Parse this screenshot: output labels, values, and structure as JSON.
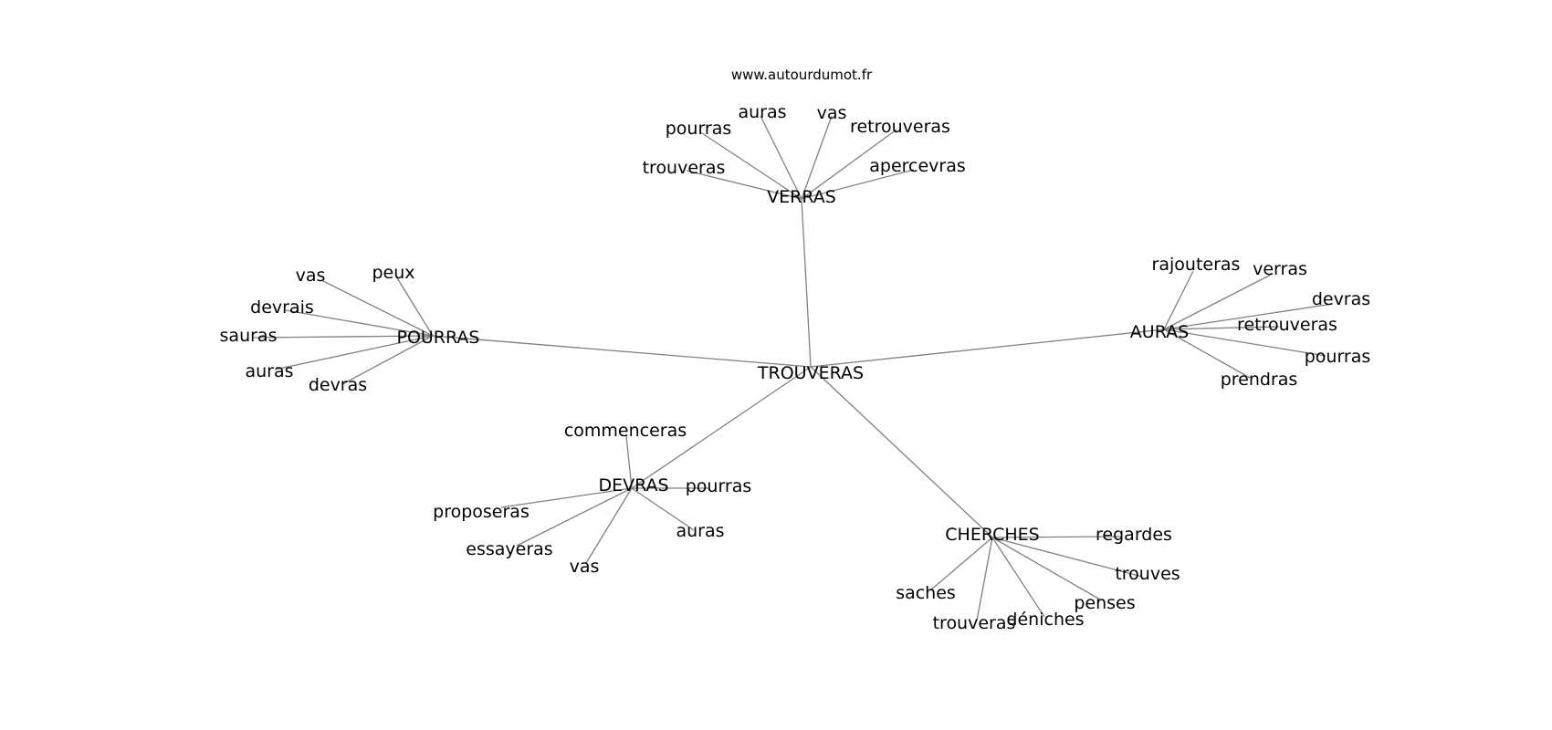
{
  "site": "www.autourdumot.fr",
  "root": "TROUVERAS",
  "groups": [
    {
      "id": "verras",
      "hub": "VERRAS",
      "leaves": [
        "trouveras",
        "pourras",
        "auras",
        "vas",
        "retrouveras",
        "apercevras"
      ]
    },
    {
      "id": "pourras",
      "hub": "POURRAS",
      "leaves": [
        "vas",
        "peux",
        "devrais",
        "sauras",
        "auras",
        "devras"
      ]
    },
    {
      "id": "auras",
      "hub": "AURAS",
      "leaves": [
        "rajouteras",
        "verras",
        "devras",
        "retrouveras",
        "pourras",
        "prendras"
      ]
    },
    {
      "id": "devras",
      "hub": "DEVRAS",
      "leaves": [
        "commenceras",
        "pourras",
        "proposeras",
        "essayeras",
        "vas",
        "auras"
      ]
    },
    {
      "id": "cherches",
      "hub": "CHERCHES",
      "leaves": [
        "regardes",
        "trouves",
        "penses",
        "déniches",
        "trouveras",
        "saches"
      ]
    }
  ]
}
